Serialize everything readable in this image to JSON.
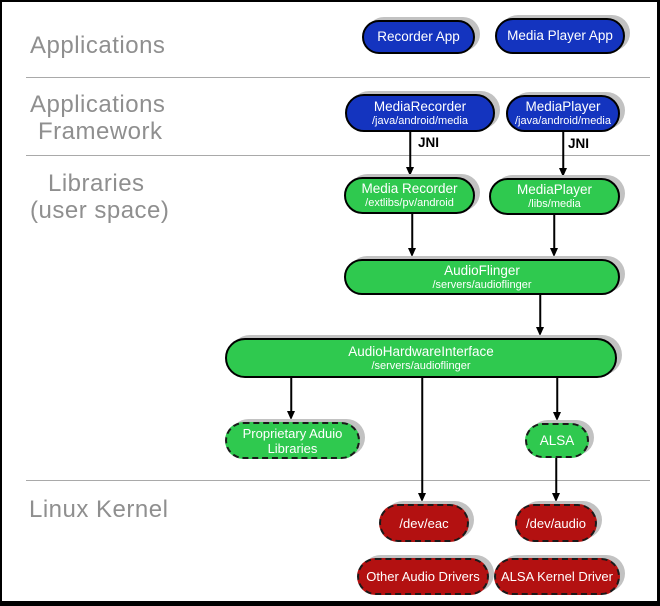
{
  "layers": {
    "applications": {
      "label_lines": [
        "Applications"
      ]
    },
    "framework": {
      "label_lines": [
        "Applications",
        "Framework"
      ]
    },
    "libraries": {
      "label_lines": [
        "Libraries",
        "(user space)"
      ]
    },
    "kernel": {
      "label_lines": [
        "Linux Kernel"
      ]
    }
  },
  "nodes": {
    "recorder_app": {
      "title": "Recorder App"
    },
    "media_player_app": {
      "title": "Media Player App"
    },
    "media_recorder_framework": {
      "title": "MediaRecorder",
      "path": "/java/android/media"
    },
    "media_player_framework": {
      "title": "MediaPlayer",
      "path": "/java/android/media"
    },
    "media_recorder_library": {
      "title": "Media Recorder",
      "path": "/extlibs/pv/android"
    },
    "media_player_library": {
      "title": "MediaPlayer",
      "path": "/libs/media"
    },
    "audio_flinger": {
      "title": "AudioFlinger",
      "path": "/servers/audioflinger"
    },
    "audio_hardware_interface": {
      "title": "AudioHardwareInterface",
      "path": "/servers/audioflinger"
    },
    "proprietary_audio_libraries": {
      "title_lines": [
        "Proprietary Aduio",
        "Libraries"
      ]
    },
    "alsa": {
      "title": "ALSA"
    },
    "dev_eac": {
      "title": "/dev/eac"
    },
    "dev_audio": {
      "title": "/dev/audio"
    },
    "other_audio_drivers": {
      "title": "Other Audio Drivers"
    },
    "alsa_kernel_driver": {
      "title": "ALSA Kernel Driver"
    }
  },
  "edge_labels": {
    "jni_mediarecorder": "JNI",
    "jni_mediaplayer": "JNI"
  },
  "colors": {
    "app_blue": "#1434bf",
    "library_green": "#2fc94f",
    "kernel_red": "#b31111",
    "shadow_gray": "#c2c2c2",
    "layer_label_gray": "#8f8f8f",
    "separator_gray": "#a9a9a9"
  }
}
